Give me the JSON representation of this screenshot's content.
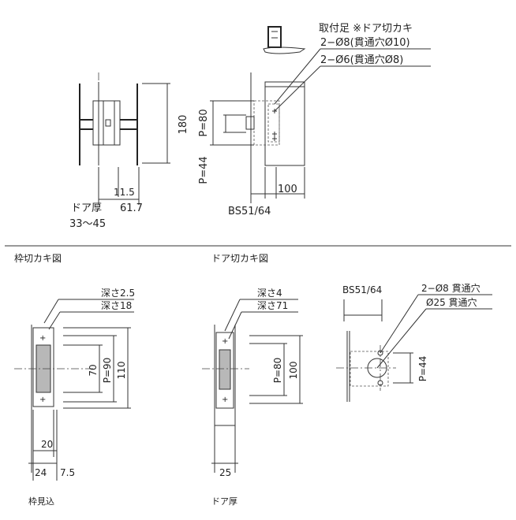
{
  "top": {
    "mount_title": "取付足 ※ドア切カキ",
    "mount_note1": "2−Ø8(貫通穴Ø10)",
    "mount_note2": "2−Ø6(貫通穴Ø8)",
    "dim_180": "180",
    "dim_p80": "P=80",
    "dim_p44": "P=44",
    "dim_11_5": "11.5",
    "dim_61_7": "61.7",
    "dim_100": "100",
    "door_thickness_label": "ドア厚",
    "door_thickness_range": "33〜45",
    "backset": "BS51/64"
  },
  "frame_cut": {
    "title": "枠切カキ図",
    "depth1": "深さ2.5",
    "depth2": "深さ18",
    "dim_70": "70",
    "dim_p90": "P=90",
    "dim_110": "110",
    "dim_20": "20",
    "dim_24": "24",
    "dim_7_5": "7.5",
    "frame_reveal": "枠見込"
  },
  "door_cut": {
    "title": "ドア切カキ図",
    "depth1": "深さ4",
    "depth2": "深さ71",
    "dim_p80": "P=80",
    "dim_100": "100",
    "dim_25": "25",
    "door_thickness": "ドア厚"
  },
  "hole_cut": {
    "backset": "BS51/64",
    "note1": "2−Ø8 貫通穴",
    "note2": "Ø25 貫通穴",
    "dim_p44": "P=44"
  }
}
